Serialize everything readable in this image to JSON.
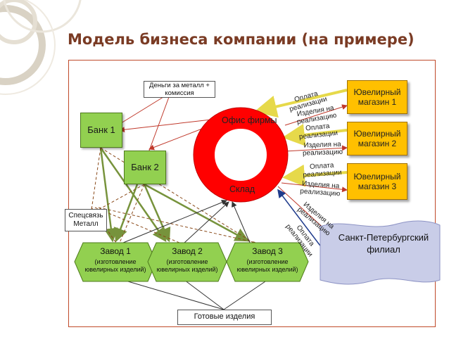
{
  "title": "Модель бизнеса компании (на примере)",
  "banks": [
    "Банк 1",
    "Банк 2"
  ],
  "note_money": "Деньги за металл + комиссия",
  "office": "Офис фирмы",
  "warehouse": "Склад",
  "stores": [
    "Ювелирный магазин 1",
    "Ювелирный магазин 2",
    "Ювелирный магазин  3"
  ],
  "special": "Спецсвязь Металл",
  "factories": [
    {
      "name": "Завод 1",
      "desc": "(изготовление ювелирных изделий)"
    },
    {
      "name": "Завод 2",
      "desc": "(изготовление ювелирных изделий)"
    },
    {
      "name": "Завод 3",
      "desc": "(изготовление ювелирных изделий)"
    }
  ],
  "branch": "Санкт-Петербургский филиал",
  "finished_goods": "Готовые изделия",
  "flow_labels": {
    "payment": "Оплата реализации",
    "goods": "Изделия на реализацию"
  },
  "colors": {
    "title": "#7a3b24",
    "frame": "#c04a2a",
    "ring": "#ff0000",
    "green_box": "#92d050",
    "store_box": "#ffc000",
    "branch": "#c9cde8",
    "arrow_red": "#c0392b",
    "arrow_green": "#77933c",
    "arrow_yellow": "#e6d94a",
    "arrow_blue": "#1f3b8c"
  }
}
